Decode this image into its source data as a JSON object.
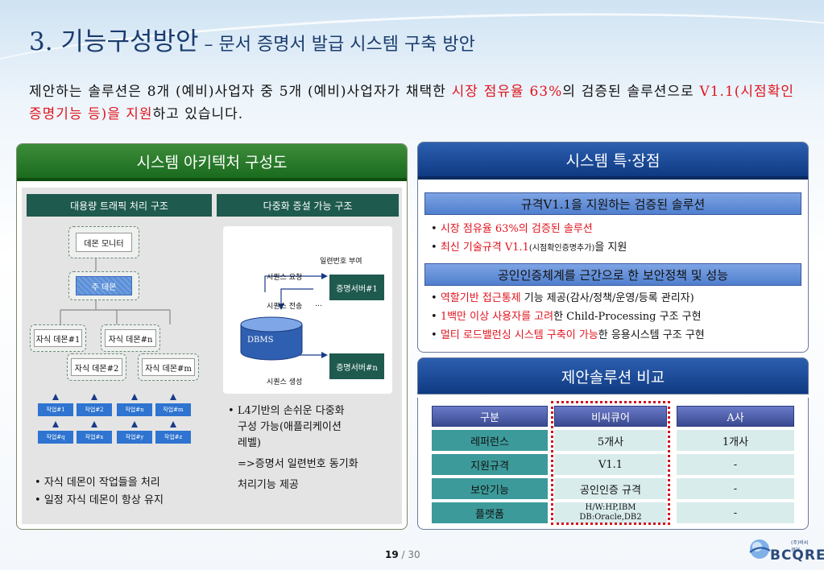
{
  "header": {
    "title": "3. 기능구성방안",
    "subtitle": " – 문서 증명서 발급 시스템 구축 방안"
  },
  "intro": {
    "p1": "제안하는 솔루션은 8개 (예비)사업자 중 5개 (예비)사업자가 채택한 ",
    "red1": "시장 점유율 63%",
    "p2": "의 검증된 솔루션으로 ",
    "red2": "V1.1(시점확인증명기능 등)을 지원",
    "p3": "하고 있습니다."
  },
  "architecture": {
    "title": "시스템 아키텍처 구성도",
    "left": {
      "header": "대용량 트래픽 처리 구조",
      "daemon_monitor": "데몬 모니터",
      "main_daemon": "주 데몬",
      "child1": "자식 데몬#1",
      "childn": "자식 데몬#n",
      "child2": "자식 데몬#2",
      "childm": "자식 데몬#m",
      "tasks_row1": [
        "작업#1",
        "작업#2",
        "작업#n",
        "작업#m"
      ],
      "tasks_row2": [
        "작업#q",
        "작업#x",
        "작업#y",
        "작업#z"
      ],
      "bullets": [
        "자식 데몬이 작업들을 처리",
        "일정 자식 데몬이 항상 유지"
      ]
    },
    "right": {
      "header": "다중화 증설 가능 구조",
      "serial_assign": "일련번호 부여",
      "seq_request": "시퀀스 요청",
      "seq_send": "시퀀스 전송",
      "ellipsis": "…",
      "dbms": "DBMS",
      "server1": "증명서버#1",
      "servern": "증명서버#n",
      "seq_create": "시퀀스 생성",
      "b1_l1": "L4기반의 손쉬운 다중화",
      "b1_l2": "구성 가능(애플리케이션",
      "b1_l3": "레벨)",
      "b2_l1": "=>증명서 일련번호 동기화",
      "b2_l2": "처리기능 제공"
    }
  },
  "features": {
    "title": "시스템 특·장점",
    "bar1": "규격V1.1을 지원하는 검증된  솔루션",
    "bar1_items": [
      {
        "red": "시장 점유율 63%의 검증된 솔루션",
        "rest": "",
        "small": ""
      },
      {
        "red": "최신 기술규격 V1.1",
        "rest": "을 지원",
        "small": "(시점확인증명추가)"
      }
    ],
    "bar2": "공인인증체계를 근간으로 한 보안정책 및 성능",
    "bar2_items": [
      {
        "red": "역할기반 접근통제",
        "rest": " 기능 제공(감사/정책/운영/등록 관리자)"
      },
      {
        "red": "1백만 이상 사용자를 고려",
        "rest": "한 Child-Processing 구조 구현"
      },
      {
        "red": "멀티 로드밸런싱 시스템 구축이 가능",
        "rest": "한 응용시스템 구조 구현"
      }
    ]
  },
  "comparison": {
    "title": "제안솔루션 비교",
    "columns": [
      "구분",
      "비씨큐어",
      "A사"
    ],
    "rows": [
      [
        "레퍼런스",
        "5개사",
        "1개사"
      ],
      [
        "지원규격",
        "V1.1",
        "-"
      ],
      [
        "보안기능",
        "공인인증 규격",
        "-"
      ],
      [
        "플랫폼",
        "H/W:HP,IBM DB:Oracle,DB2",
        "-"
      ]
    ]
  },
  "footer": {
    "page": "19",
    "sep": " / ",
    "total": "30",
    "logo": "BCQRE",
    "logo_small": "(주)비씨큐어"
  }
}
